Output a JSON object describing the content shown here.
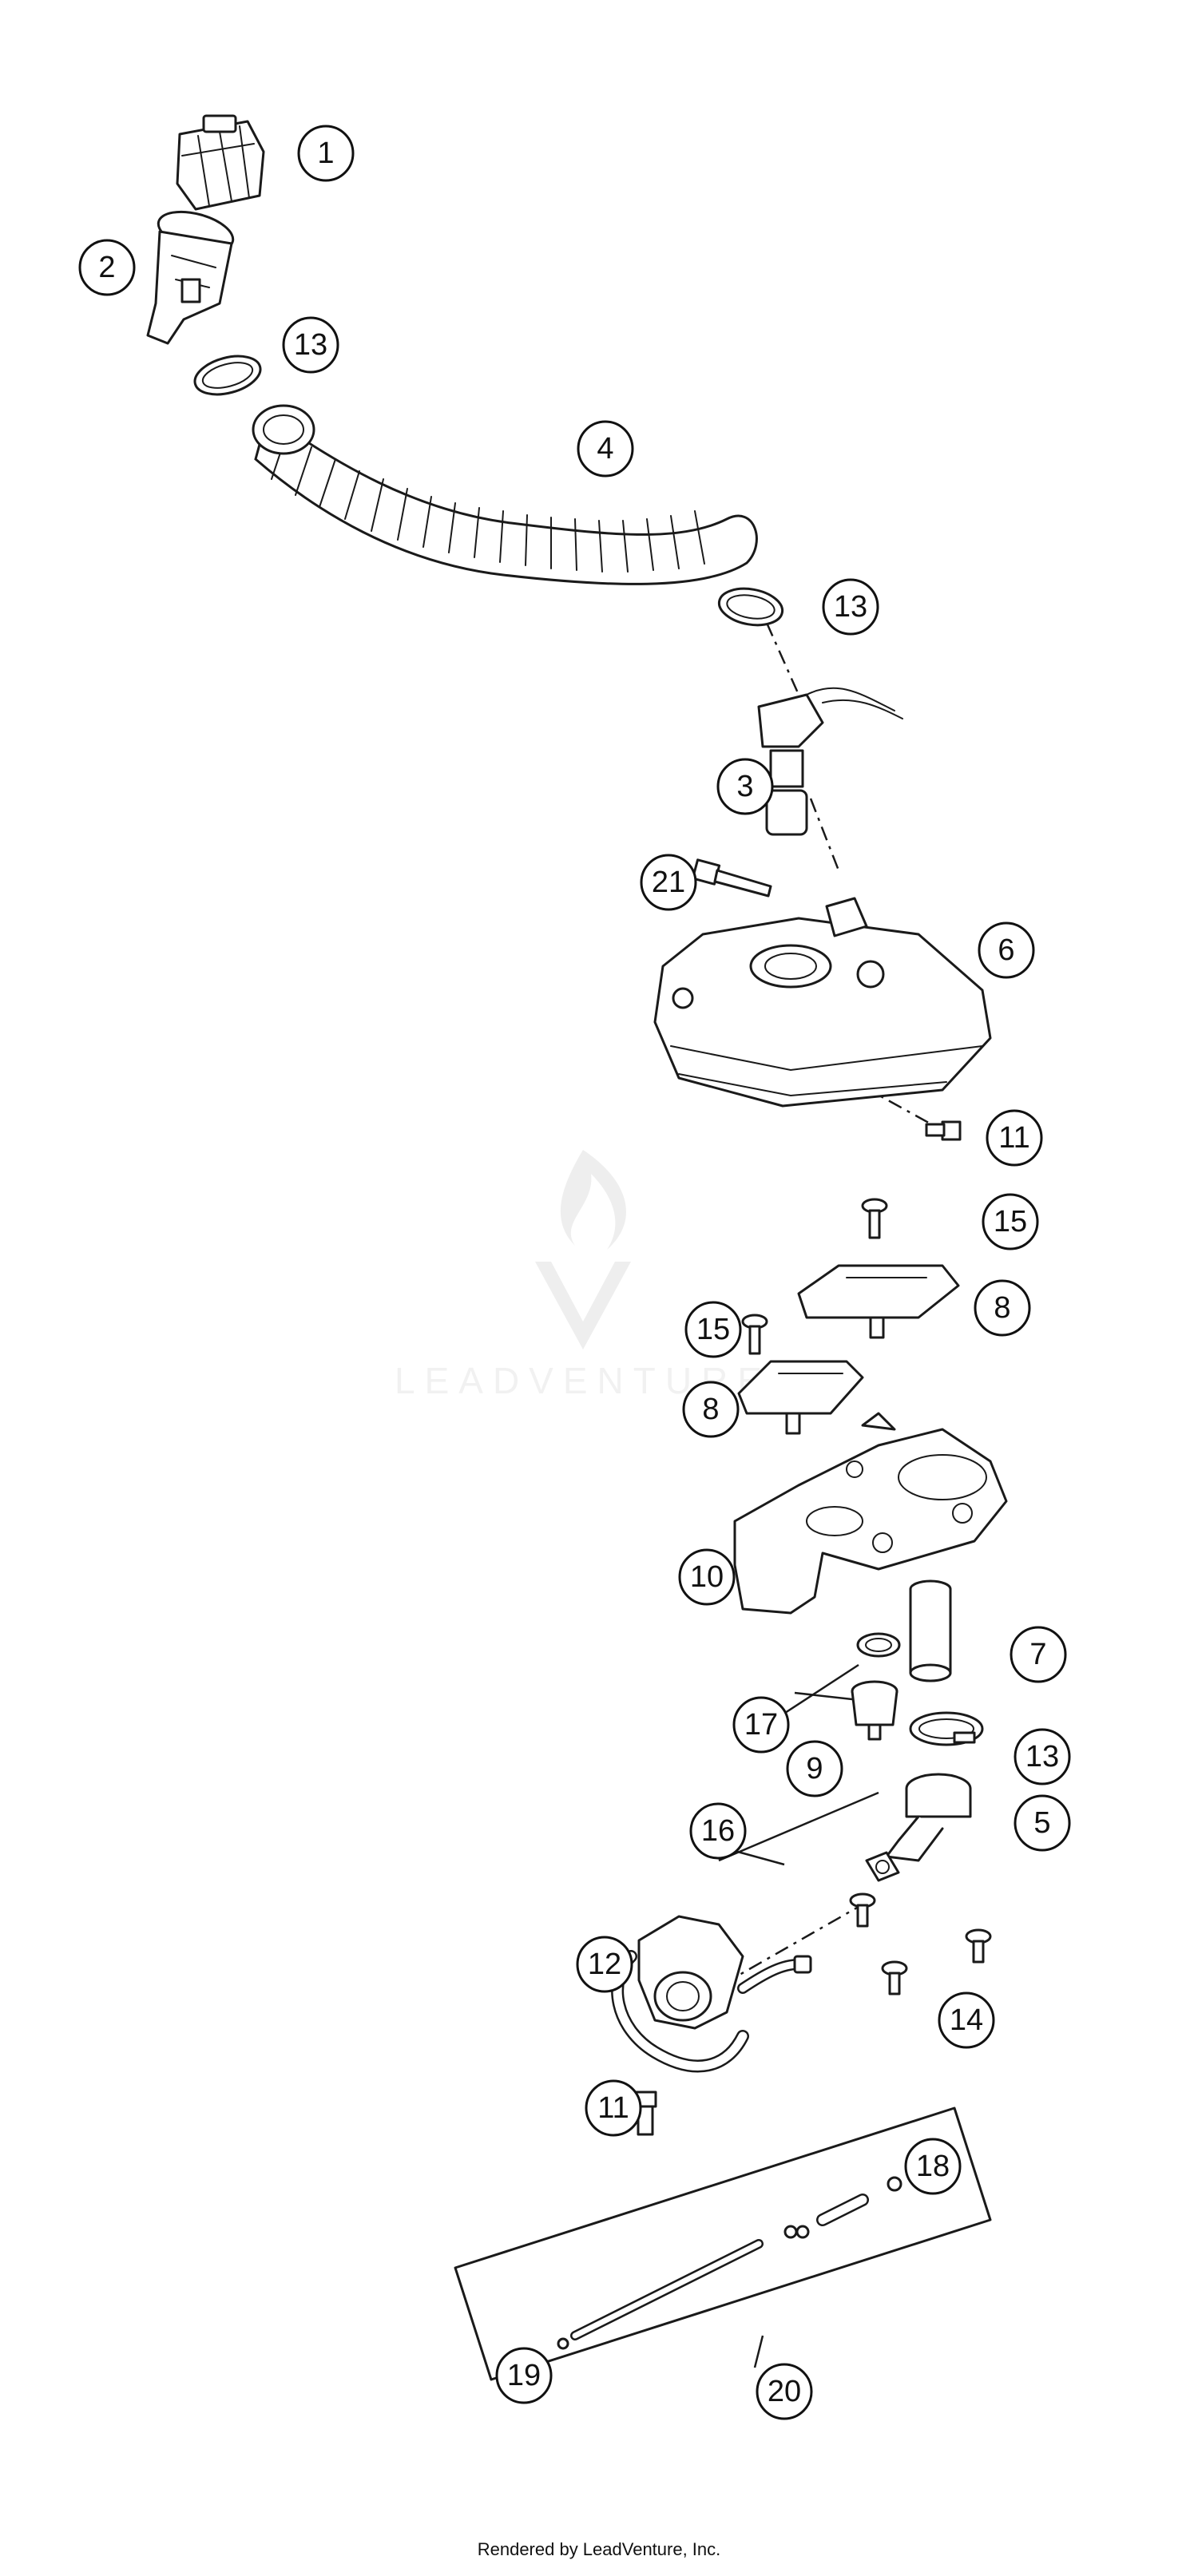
{
  "watermark": {
    "brand": "LEADVENTURE"
  },
  "footer": {
    "text": "Rendered by LeadVenture, Inc."
  },
  "callouts": [
    "1",
    "2",
    "13",
    "4",
    "13",
    "3",
    "21",
    "6",
    "11",
    "15",
    "8",
    "15",
    "8",
    "10",
    "7",
    "17",
    "9",
    "13",
    "5",
    "16",
    "12",
    "14",
    "11",
    "18",
    "19",
    "20"
  ]
}
